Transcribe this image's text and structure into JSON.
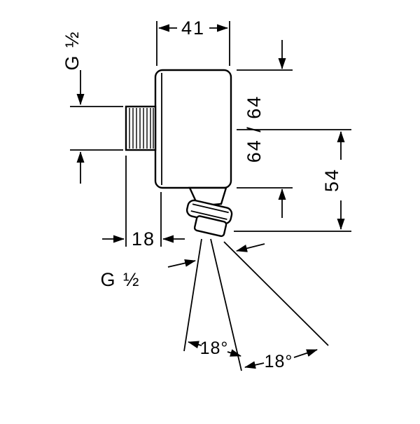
{
  "labels": {
    "width_top": "41",
    "thread_inlet": "G ½",
    "height_right": "64 / 64",
    "offset_right": "54",
    "depth_bottom": "18",
    "thread_outlet": "G ½",
    "swivel_angle_inner": "18°",
    "swivel_angle_outer": "18°"
  },
  "colors": {
    "line": "#000000",
    "text": "#000000",
    "background": "#ffffff"
  }
}
